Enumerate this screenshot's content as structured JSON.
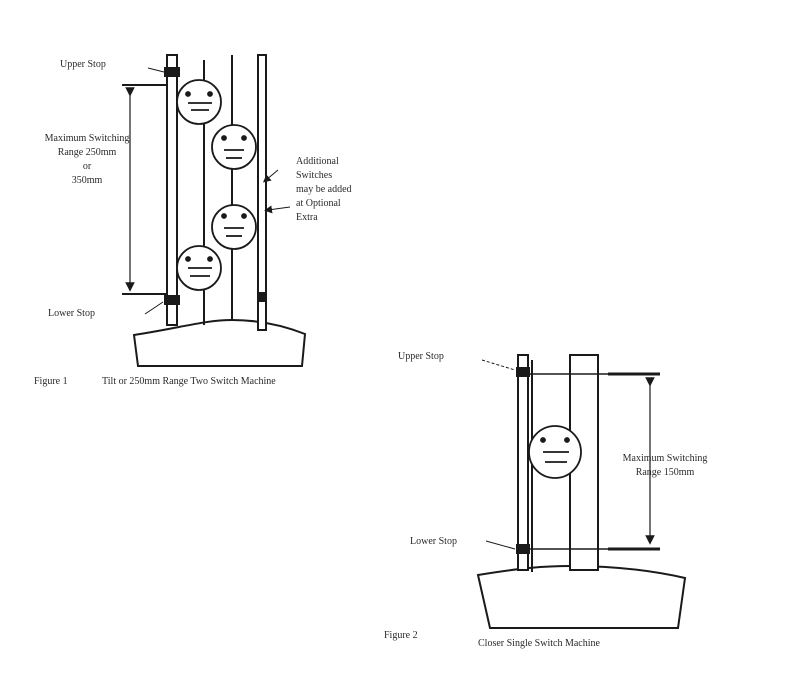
{
  "figure1": {
    "upper_stop": "Upper Stop",
    "lower_stop": "Lower Stop",
    "range_label": [
      "Maximum Switching",
      "Range 250mm",
      "or",
      "350mm"
    ],
    "additional_label": [
      "Additional",
      "Switches",
      "may be added",
      "at Optional",
      "Extra"
    ],
    "caption_number": "Figure 1",
    "caption_title": "Tilt or 250mm Range Two Switch Machine"
  },
  "figure2": {
    "upper_stop": "Upper Stop",
    "lower_stop": "Lower Stop",
    "range_label": [
      "Maximum Switching",
      "Range 150mm"
    ],
    "caption_number": "Figure 2",
    "caption_title": "Closer Single Switch Machine"
  }
}
